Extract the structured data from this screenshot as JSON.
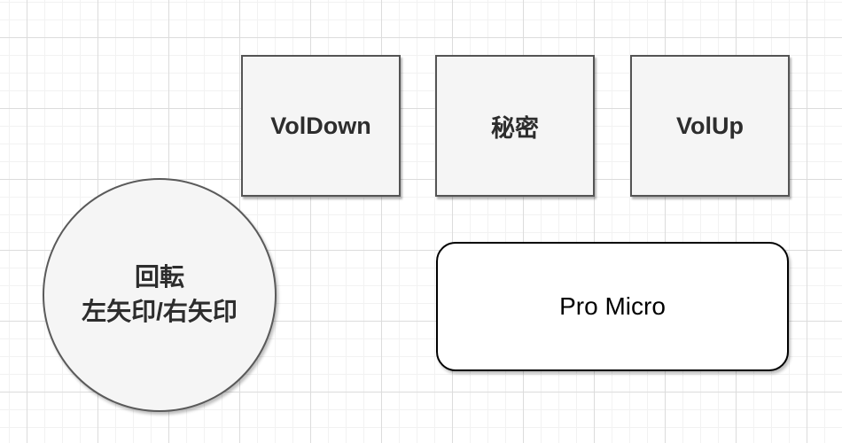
{
  "diagram": {
    "type": "flow-diagram",
    "nodes": {
      "voldown": {
        "label": "VolDown",
        "shape": "rectangle"
      },
      "secret": {
        "label": "秘密",
        "shape": "rectangle"
      },
      "volup": {
        "label": "VolUp",
        "shape": "rectangle"
      },
      "rotation": {
        "label_line1": "回転",
        "label_line2": "左矢印/右矢印",
        "shape": "circle"
      },
      "pro_micro": {
        "label": "Pro Micro",
        "shape": "rounded-rectangle"
      }
    },
    "colors": {
      "canvas_background": "#ffffff",
      "grid_minor_line": "#f2f2f2",
      "grid_major_line": "#dcdcdc",
      "shape_fill": "#f5f5f5",
      "shape_border": "#545454",
      "pro_micro_fill": "#ffffff",
      "pro_micro_border": "#000000",
      "label_text": "#2d2d2d",
      "pro_micro_text": "#000000"
    }
  }
}
